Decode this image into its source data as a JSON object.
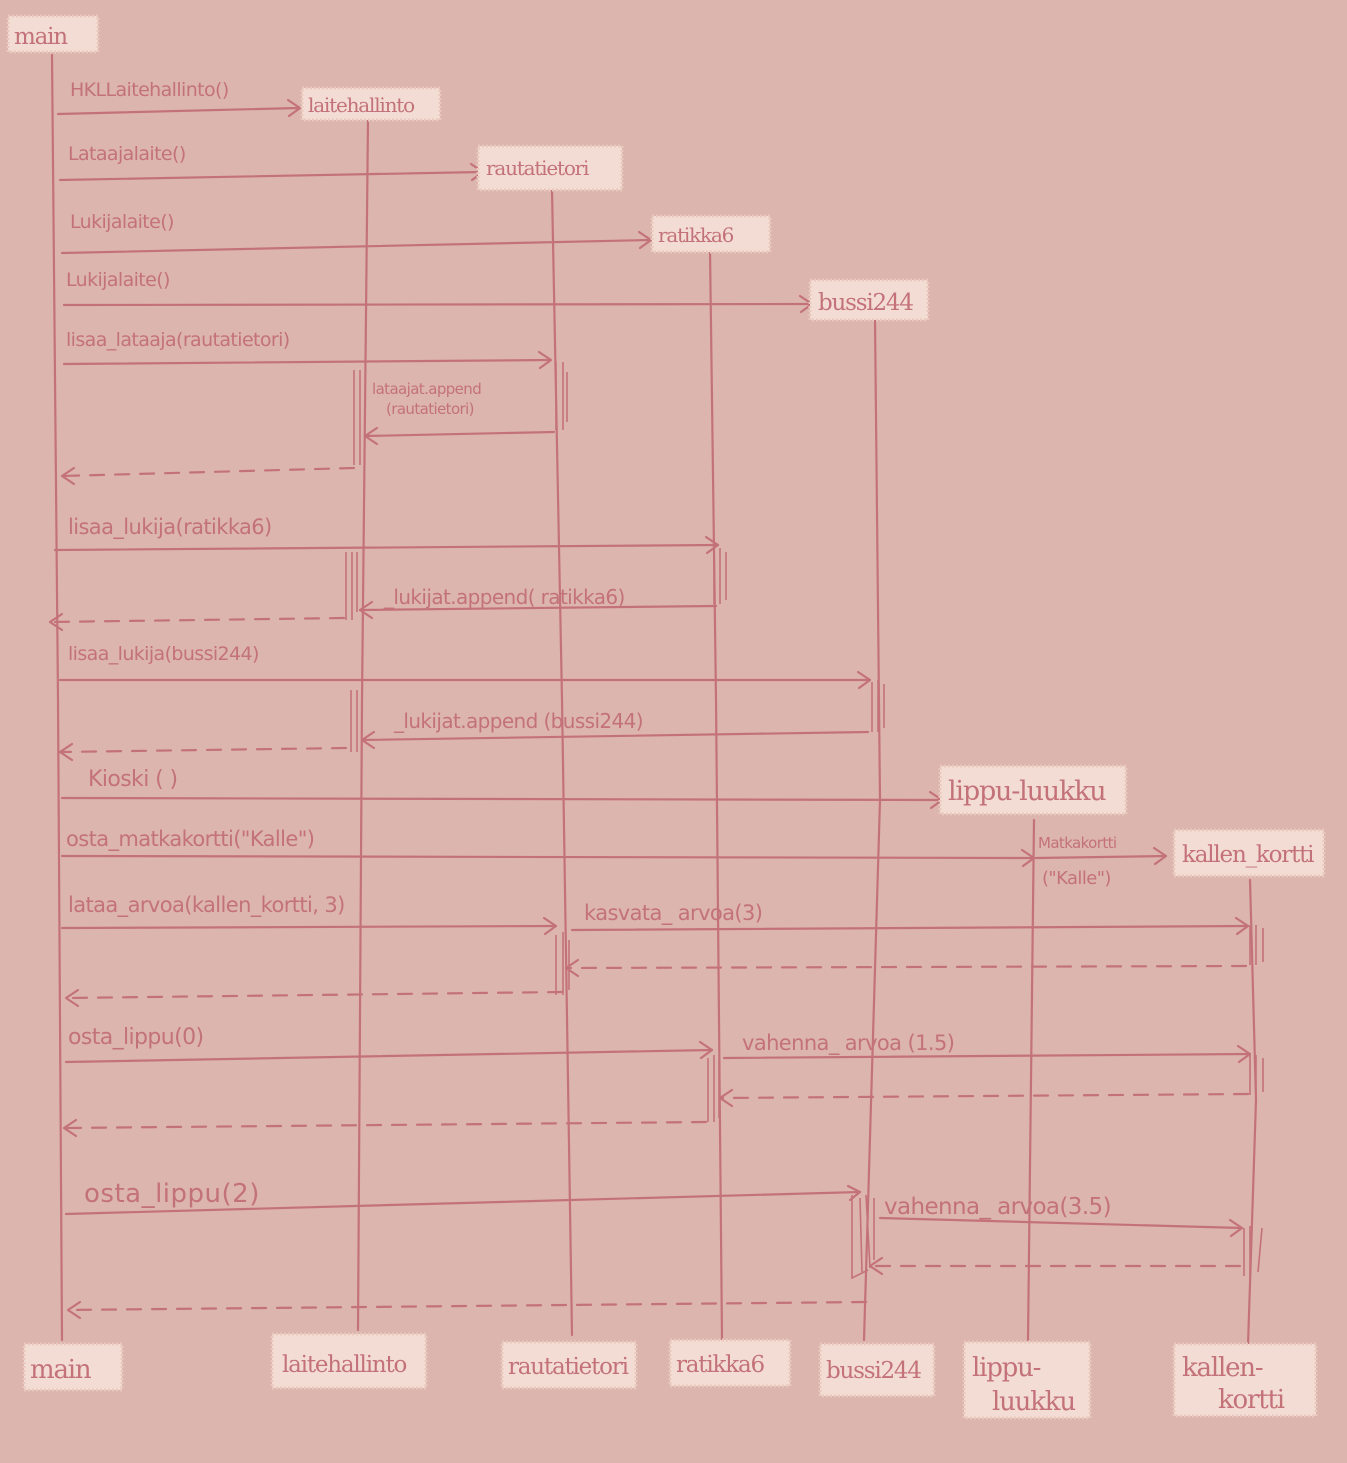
{
  "objects": {
    "main_top": "main",
    "laitehallinto_top": "laitehallinto",
    "rautatietori_top": "rautatietori",
    "ratikka6_top": "ratikka6",
    "bussi244_top": "bussi244",
    "lippu_luukku_top": "lippu-luukku",
    "kallen_kortti_top": "kallen_kortti",
    "main_bottom": "main",
    "laitehallinto_bottom": "laitehallinto",
    "rautatietori_bottom": "rautatietori",
    "ratikka6_bottom": "ratikka6",
    "bussi244_bottom": "bussi244",
    "lippu_luukku_bottom_1": "lippu-",
    "lippu_luukku_bottom_2": "luukku",
    "kallen_kortti_bottom_1": "kallen-",
    "kallen_kortti_bottom_2": "kortti"
  },
  "messages": {
    "m1": "HKLLaitehallinto()",
    "m2": "Lataajalaite()",
    "m3": "Lukijalaite()",
    "m4": "Lukijalaite()",
    "m5": "lisaa_lataaja(rautatietori)",
    "m5a_1": "lataajat.append",
    "m5a_2": "(rautatietori)",
    "m6": "lisaa_lukija(ratikka6)",
    "m6a": "_lukijat.append(   ratikka6)",
    "m7": "lisaa_lukija(bussi244)",
    "m7a": "_lukijat.append (bussi244)",
    "m8": "Kioski ( )",
    "m9": "osta_matkakortti(\"Kalle\")",
    "m9a_1": "Matkakortti",
    "m9a_2": "(\"Kalle\")",
    "m10": "lataa_arvoa(kallen_kortti,  3)",
    "m10a": "kasvata_   arvoa(3)",
    "m11": "osta_lippu(0)",
    "m11a": "vahenna_ arvoa (1.5)",
    "m12": "osta_lippu(2)",
    "m12a": "vahenna_  arvoa(3.5)"
  }
}
